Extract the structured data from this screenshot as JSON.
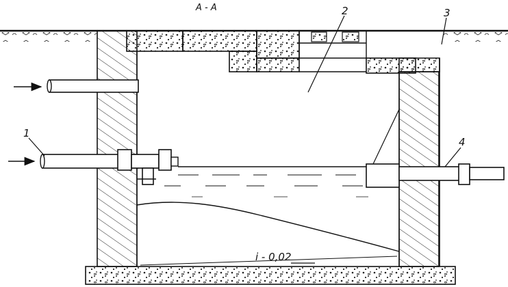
{
  "section_title": "А - А",
  "callouts": {
    "inlet_pipe": "1",
    "manhole": "2",
    "cover_slab": "3",
    "outlet_pipe": "4"
  },
  "slope_note": "i - 0,02",
  "colors": {
    "ink": "#111111",
    "paper": "#ffffff",
    "concrete_stipple": "#222222"
  }
}
